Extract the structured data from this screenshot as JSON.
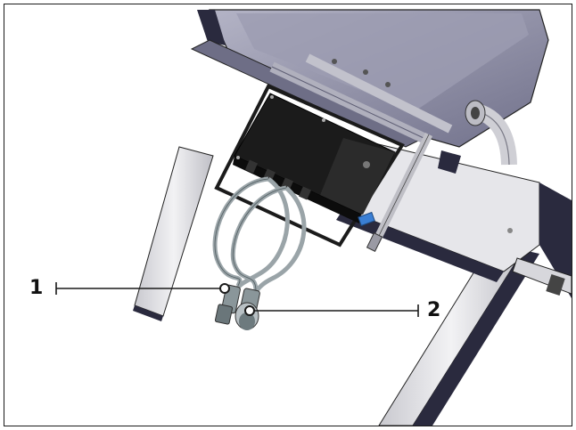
{
  "figure": {
    "callouts": [
      {
        "label": "1",
        "part": "connector-1"
      },
      {
        "label": "2",
        "part": "connector-2"
      }
    ],
    "colors": {
      "frame_steel": "#dcdcdc",
      "frame_dark": "#2a2a3e",
      "box_black": "#1b1b1b",
      "hopper_gray": "#8a8aa0",
      "cable_gray": "#9aa4a8",
      "valve_blue": "#3a7fd5",
      "leader_line": "#1a1a1a"
    },
    "icons": [
      "connector-icon",
      "control-box-icon",
      "cable-icon",
      "hopper-icon"
    ]
  }
}
